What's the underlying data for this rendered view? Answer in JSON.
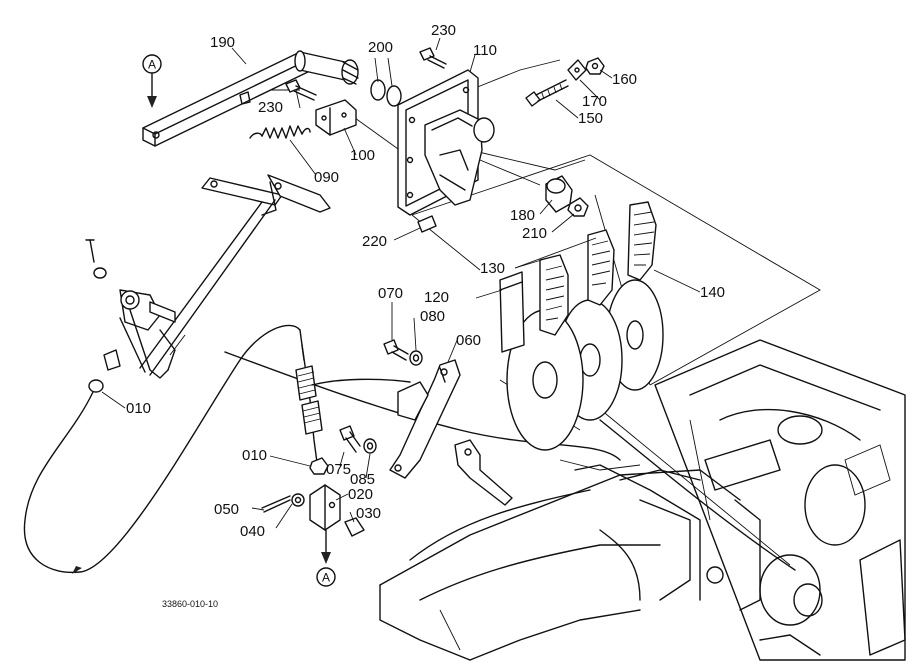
{
  "figure_code": "33860-010-10",
  "ref_marker": "A",
  "parts": {
    "p190": "190",
    "p200": "200",
    "p230a": "230",
    "p110": "110",
    "p160": "160",
    "p170": "170",
    "p150": "150",
    "p230b": "230",
    "p100": "100",
    "p090": "090",
    "p180": "180",
    "p210": "210",
    "p220": "220",
    "p130": "130",
    "p140": "140",
    "p070": "070",
    "p120": "120",
    "p080": "080",
    "p060": "060",
    "p010a": "010",
    "p010b": "010",
    "p075": "075",
    "p085": "085",
    "p020": "020",
    "p050": "050",
    "p030": "030",
    "p040": "040"
  }
}
